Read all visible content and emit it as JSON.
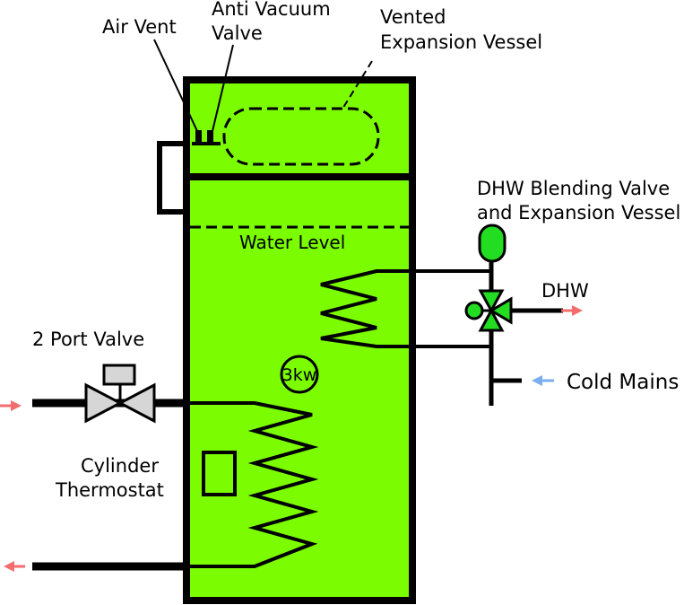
{
  "labels": {
    "air_vent": "Air Vent",
    "anti_vacuum_line1": "Anti Vacuum",
    "anti_vacuum_line2": "Valve",
    "vented_line1": "Vented",
    "vented_line2": "Expansion Vessel",
    "blending_line1": "DHW Blending Valve",
    "blending_line2": "and Expansion Vessel",
    "dhw": "DHW",
    "water_level": "Water Level",
    "cold_mains": "Cold Mains",
    "two_port_valve": "2 Port Valve",
    "cylinder_line1": "Cylinder",
    "cylinder_line2": "Thermostat",
    "heater_rating": "3kw"
  },
  "colors": {
    "tank_fill": "#7cfc00",
    "valve_green": "#22dd22",
    "valve_grey": "#d6d6d6",
    "arrow_hot": "#f26d6d",
    "arrow_cold": "#7aaef0",
    "stroke": "#000000"
  }
}
